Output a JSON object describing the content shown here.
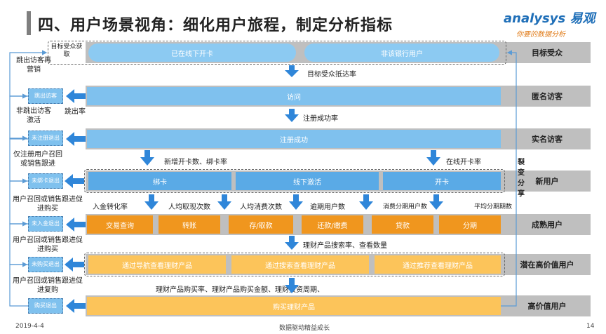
{
  "header": {
    "title": "四、用户场景视角：细化用户旅程，制定分析指标",
    "logo_main": "analysys 易观",
    "logo_sub": "你要的数据分析"
  },
  "stages": [
    {
      "label": "目标受众"
    },
    {
      "label": "匿名访客"
    },
    {
      "label": "实名访客"
    },
    {
      "label": "新用户"
    },
    {
      "label": "成熟用户"
    },
    {
      "label": "潜在高价值用户"
    },
    {
      "label": "高价值用户"
    }
  ],
  "boxes": {
    "target_left_label": "目标受众获取",
    "oval_offline": "已在线下开卡",
    "oval_nonbank": "非该银行用户",
    "visit": "访问",
    "register": "注册成功",
    "bind": "绑卡",
    "offline_activate": "线下激活",
    "open_card": "开卡",
    "trade_query": "交易查询",
    "transfer": "转账",
    "deposit": "存/取款",
    "repay": "还款/缴费",
    "loan": "贷款",
    "installment": "分期",
    "nav_view": "通过导航查看理财产品",
    "search_view": "通过搜索查看理财产品",
    "recommend_view": "通过推荐查看理财产品",
    "buy": "购买理财产品"
  },
  "metrics": {
    "reach_rate": "目标受众抵达率",
    "register_rate": "注册成功率",
    "bind_metric": "新增开卡数、绑卡率",
    "online_open_rate": "在线开卡率",
    "conversion": "入金转化率",
    "avg_withdraw": "人均取现次数",
    "avg_consume": "人均消费次数",
    "overdue_users": "逾期用户数",
    "installment_users": "消费分期用户数",
    "avg_installment": "平均分期期数",
    "product_search": "理财产品搜索率、查看数量",
    "product_buy": "理财产品购买率、理财产品购买金额、理财投资周期、",
    "bounce_rate": "跳出率"
  },
  "side_boxes": [
    "跳出访客",
    "未注册退出",
    "未绑卡退出",
    "未入金退出",
    "未购买退出",
    "购买退出"
  ],
  "left_notes": {
    "n1": "跳出访客再营销",
    "n2": "非跳出访客激活",
    "n3": "仅注册用户召回或销售跟进",
    "n4": "用户召回或销售跟进促进购买",
    "n5": "用户召回或销售跟进促进购买",
    "n6": "用户召回或销售跟进促进复购"
  },
  "right_note": "裂变分享",
  "footer": {
    "date": "2019-4-4",
    "center": "数据驱动精益成长",
    "page": "14"
  }
}
